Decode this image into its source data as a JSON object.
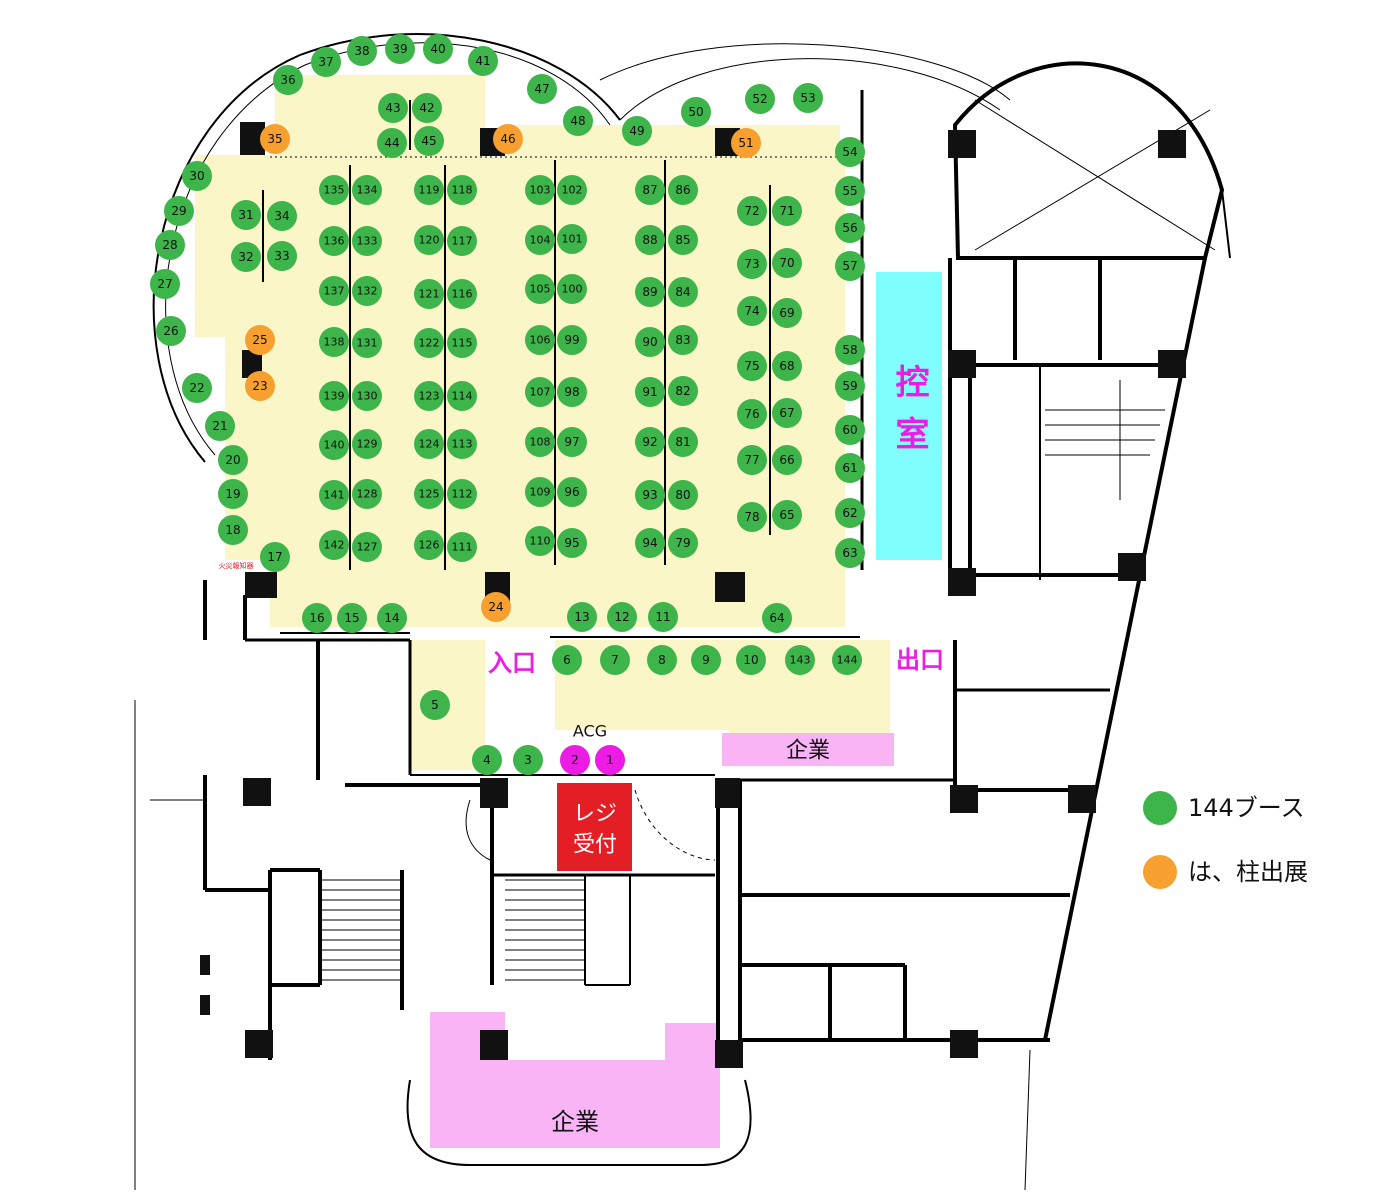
{
  "labels": {
    "entrance": "入口",
    "exit": "出口",
    "waiting_room": "控室",
    "acg": "ACG",
    "register": "レジ受付",
    "company_1": "企業",
    "company_2": "企業",
    "fire_alarm": "火災報知器"
  },
  "legend": [
    {
      "label": "144ブース",
      "color": "#3db54a"
    },
    {
      "label": "は、柱出展",
      "color": "#f7a030"
    }
  ],
  "colors": {
    "booth": "#3db54a",
    "pillar_booth": "#f7a030",
    "acg_booth": "#ec1ce4",
    "venue": "#fbf6c8",
    "waiting_room": "#80fefe",
    "company": "#f9b4f5",
    "register": "#e41e25"
  },
  "booths": {
    "standard": [
      "1-144 (except 23, 24, 25, 35, 46, 51 and ACG 1, 2)"
    ],
    "pillar": [
      "23",
      "24",
      "25",
      "35",
      "46",
      "51"
    ],
    "acg": [
      "1",
      "2"
    ]
  }
}
